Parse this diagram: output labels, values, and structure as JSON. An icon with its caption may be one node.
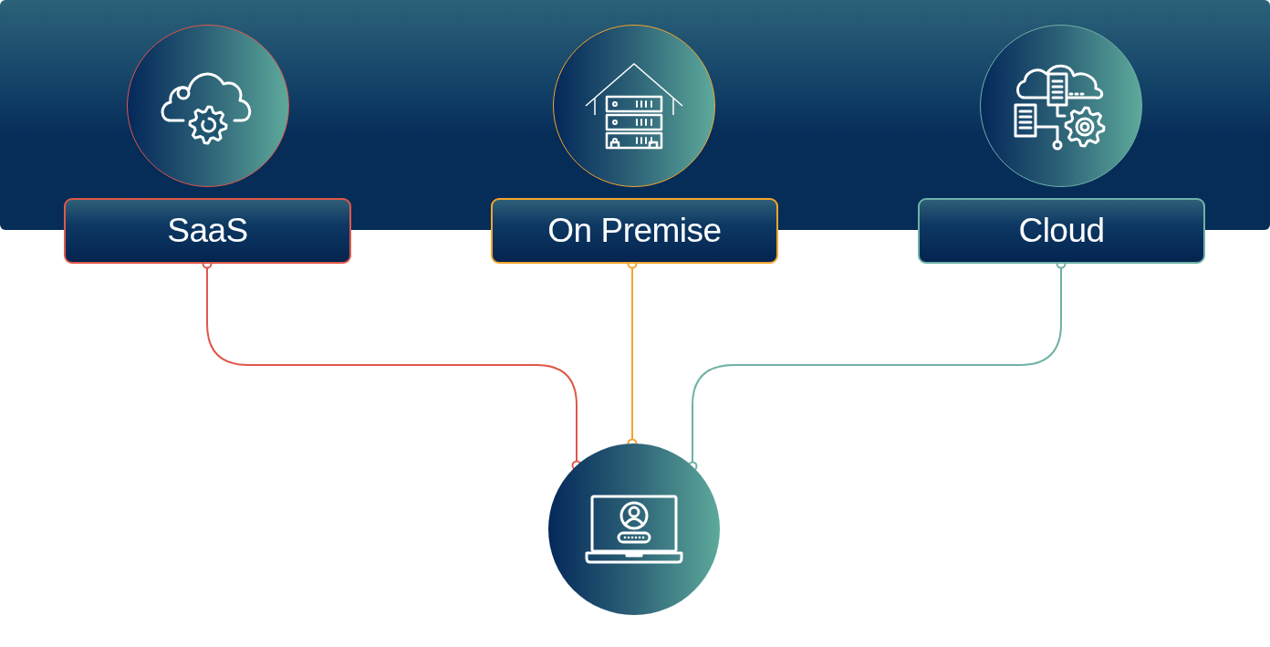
{
  "diagram": {
    "nodes": [
      {
        "text": [
          "SaaS"
        ]
      },
      {
        "text": [
          "On Premise"
        ]
      },
      {
        "text": [
          "Cloud"
        ]
      },
      {
        "text": [],
        "shape": "circle"
      }
    ],
    "edges": [
      {
        "from": 0,
        "to": 3,
        "arrow": "other",
        "color": "#e0574a"
      },
      {
        "from": 1,
        "to": 3,
        "arrow": "other",
        "color": "#f2a52c"
      },
      {
        "from": 2,
        "to": 3,
        "arrow": "other",
        "color": "#6fb1a7"
      }
    ]
  }
}
